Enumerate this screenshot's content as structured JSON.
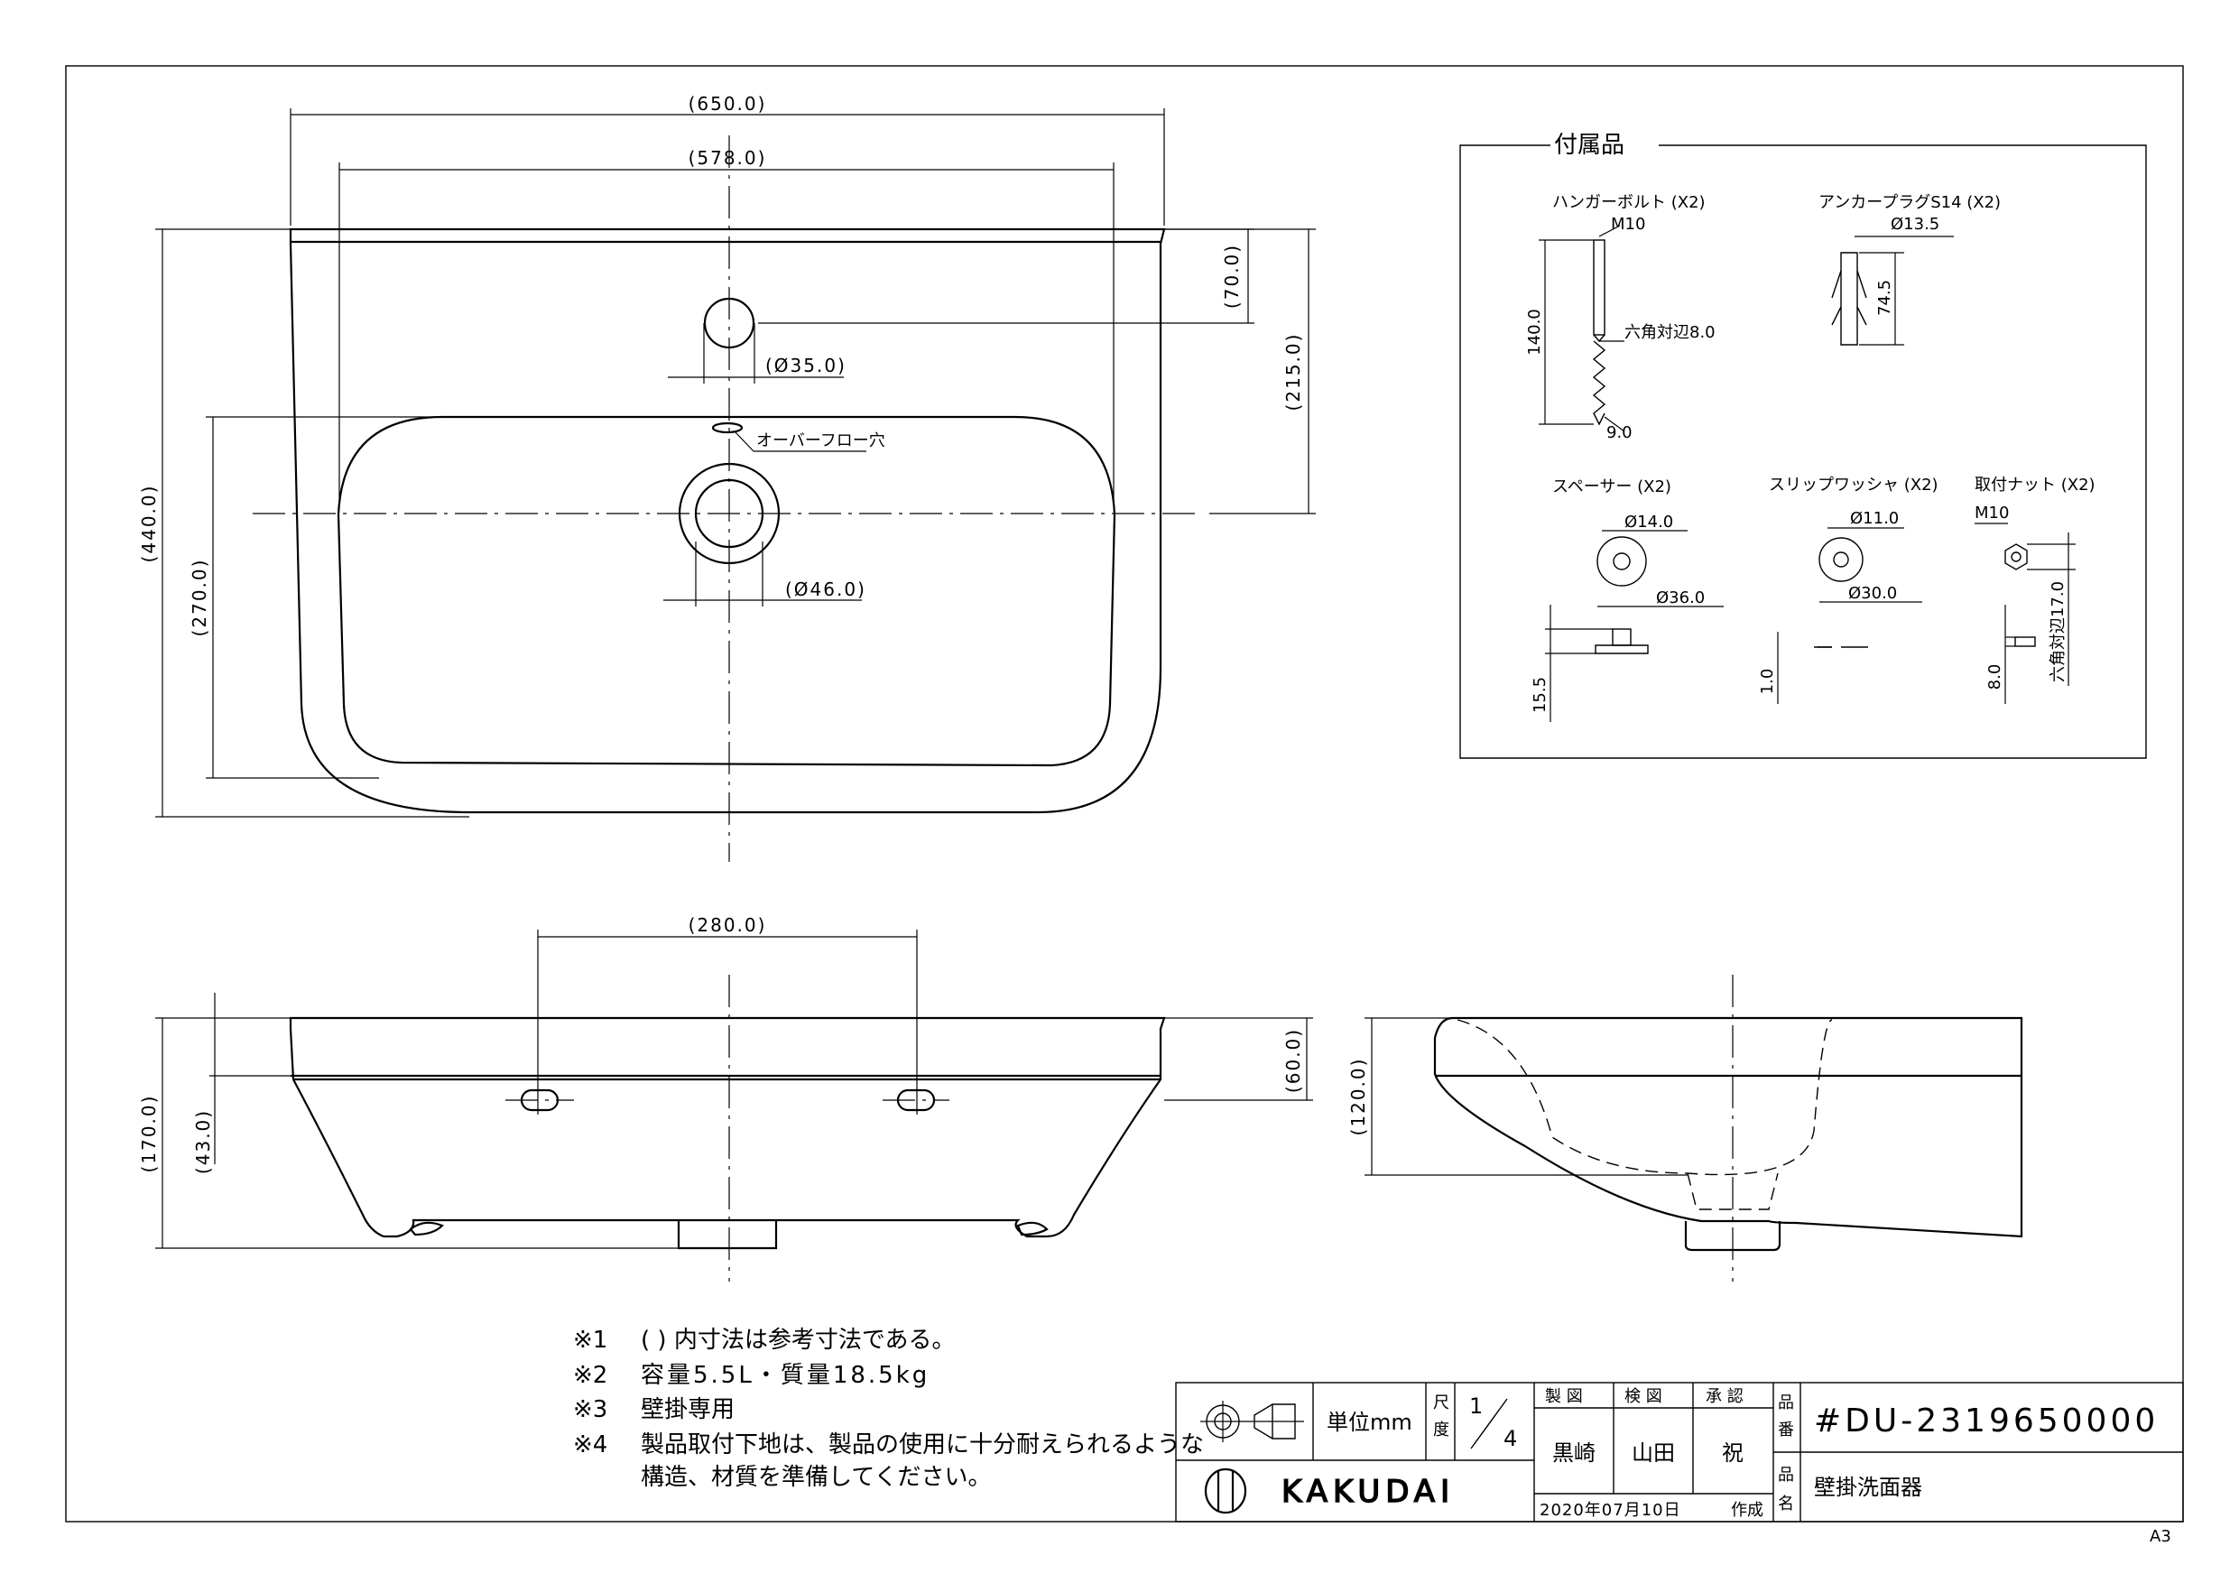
{
  "dimensions": {
    "overall_width": "(650.0)",
    "inner_width": "(578.0)",
    "tap_hole_offset": "(70.0)",
    "tap_hole_dia": "(Ø35.0)",
    "drain_offset": "(215.0)",
    "overall_depth": "(440.0)",
    "bowl_depth": "(270.0)",
    "overflow_label": "オーバーフロー穴",
    "drain_dia": "(Ø46.0)",
    "bolt_spacing": "(280.0)",
    "overall_height": "(170.0)",
    "bolt_height": "(43.0)",
    "rim_height": "(60.0)",
    "side_height": "(120.0)"
  },
  "accessories": {
    "title": "付属品",
    "hanger_bolt": {
      "name": "ハンガーボルト (X2)",
      "thread": "M10",
      "length": "140.0",
      "hex": "六角対辺8.0",
      "tip": "9.0"
    },
    "anchor_plug": {
      "name": "アンカープラグS14 (X2)",
      "dia": "Ø13.5",
      "length": "74.5"
    },
    "spacer": {
      "name": "スペーサー (X2)",
      "inner": "Ø14.0",
      "outer": "Ø36.0",
      "height": "15.5"
    },
    "slip_washer": {
      "name": "スリップワッシャ (X2)",
      "inner": "Ø11.0",
      "outer": "Ø30.0",
      "thick": "1.0"
    },
    "nut": {
      "name": "取付ナット (X2)",
      "thread": "M10",
      "hex": "六角対辺17.0",
      "height": "8.0"
    }
  },
  "notes": [
    {
      "mark": "※1",
      "text": "(    ) 内寸法は参考寸法である。"
    },
    {
      "mark": "※2",
      "text": "容量5.5L・質量18.5kg"
    },
    {
      "mark": "※3",
      "text": "壁掛専用"
    },
    {
      "mark": "※4",
      "text": "製品取付下地は、製品の使用に十分耐えられるような"
    },
    {
      "mark": "",
      "text": "構造、材質を準備してください。"
    }
  ],
  "title_block": {
    "unit_label": "単位mm",
    "scale_label_1": "尺",
    "scale_label_2": "度",
    "scale_num": "1",
    "scale_den": "4",
    "drawn_h": "製 図",
    "checked_h": "検 図",
    "approved_h": "承 認",
    "drawn": "黒崎",
    "checked": "山田",
    "approved": "祝",
    "date": "2020年07月10日",
    "created": "作成",
    "pn_label_1": "品",
    "pn_label_2": "番",
    "part_number": "#DU-2319650000",
    "name_label_1": "品",
    "name_label_2": "名",
    "part_name": "壁掛洗面器",
    "company": "KAKUDAI"
  },
  "sheet_size": "A3"
}
